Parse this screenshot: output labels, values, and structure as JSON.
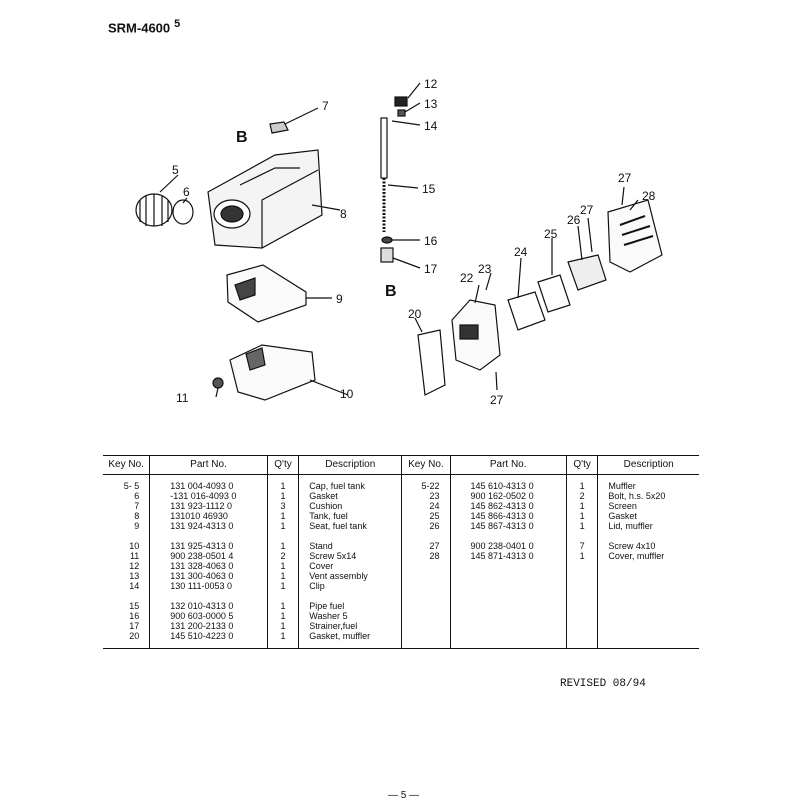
{
  "header": {
    "model": "SRM-4600",
    "section": "5"
  },
  "diagram": {
    "callouts": [
      {
        "id": "5",
        "label": "5"
      },
      {
        "id": "6",
        "label": "6"
      },
      {
        "id": "7",
        "label": "7"
      },
      {
        "id": "8",
        "label": "8"
      },
      {
        "id": "9",
        "label": "9"
      },
      {
        "id": "10",
        "label": "10"
      },
      {
        "id": "11",
        "label": "11"
      },
      {
        "id": "12",
        "label": "12"
      },
      {
        "id": "13",
        "label": "13"
      },
      {
        "id": "14",
        "label": "14"
      },
      {
        "id": "15",
        "label": "15"
      },
      {
        "id": "16",
        "label": "16"
      },
      {
        "id": "17",
        "label": "17"
      },
      {
        "id": "20",
        "label": "20"
      },
      {
        "id": "22",
        "label": "22"
      },
      {
        "id": "23",
        "label": "23"
      },
      {
        "id": "24",
        "label": "24"
      },
      {
        "id": "25",
        "label": "25"
      },
      {
        "id": "26",
        "label": "26"
      },
      {
        "id": "27a",
        "label": "27"
      },
      {
        "id": "27b",
        "label": "27"
      },
      {
        "id": "28",
        "label": "28"
      },
      {
        "id": "27c",
        "label": "27"
      }
    ],
    "refs": {
      "top": "B",
      "bottom": "B"
    }
  },
  "table": {
    "headers": [
      "Key No.",
      "Part No.",
      "Q'ty",
      "Description",
      "Key No.",
      "Part No.",
      "Q'ty",
      "Description"
    ],
    "rows": [
      [
        "5- 5",
        "131 004-4093 0",
        "1",
        "Cap, fuel tank",
        "5-22",
        "145 610-4313 0",
        "1",
        "Muffler"
      ],
      [
        "6",
        "-131 016-4093 0",
        "1",
        "  Gasket",
        "23",
        "900 162-0502 0",
        "2",
        "Bolt, h.s. 5x20"
      ],
      [
        "7",
        "131 923-1112 0",
        "3",
        "Cushion",
        "24",
        "145 862-4313 0",
        "1",
        "Screen"
      ],
      [
        "8",
        "131010 46930",
        "1",
        "Tank, fuel",
        "25",
        "145 866-4313 0",
        "1",
        "Gasket"
      ],
      [
        "9",
        "131 924-4313 0",
        "1",
        "Seat, fuel tank",
        "26",
        "145 867-4313 0",
        "1",
        "Lid, muffler"
      ],
      [
        "10",
        "131 925-4313 0",
        "1",
        "Stand",
        "27",
        "900 238-0401 0",
        "7",
        "Screw 4x10"
      ],
      [
        "11",
        "900 238-0501 4",
        "2",
        "Screw 5x14",
        "28",
        "145 871-4313 0",
        "1",
        "Cover, muffler"
      ],
      [
        "12",
        "131 328-4063 0",
        "1",
        "Cover",
        "",
        "",
        "",
        ""
      ],
      [
        "13",
        "131 300-4063 0",
        "1",
        "Vent assembly",
        "",
        "",
        "",
        ""
      ],
      [
        "14",
        "130 111-0053 0",
        "1",
        "Clip",
        "",
        "",
        "",
        ""
      ],
      [
        "15",
        "132 010-4313 0",
        "1",
        "Pipe fuel",
        "",
        "",
        "",
        ""
      ],
      [
        "16",
        "900 603-0000 5",
        "1",
        "Washer 5",
        "",
        "",
        "",
        ""
      ],
      [
        "17",
        "131 200-2133 0",
        "1",
        "Strainer,fuel",
        "",
        "",
        "",
        ""
      ],
      [
        "20",
        "145 510-4223 0",
        "1",
        "Gasket, muffler",
        "",
        "",
        "",
        ""
      ]
    ]
  },
  "footer": {
    "revised": "REVISED 08/94",
    "page": "— 5 —"
  }
}
